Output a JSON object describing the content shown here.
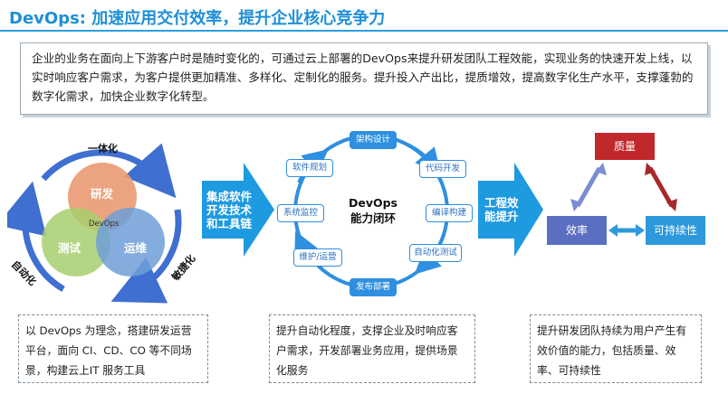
{
  "title": "DevOps: 加速应用交付效率，提升企业核心竞争力",
  "intro": "企业的业务在面向上下游客户时是随时变化的，可通过云上部署的DevOps来提升研发团队工程效能，实现业务的快速开发上线，以实时响应客户需求，为客户提供更加精准、多样化、定制化的服务。提升投入产出比，提质增效，提高数字化生产水平，支撑蓬勃的数字化需求，加快企业数字化转型。",
  "venn": {
    "top": "研发",
    "left": "测试",
    "right": "运维",
    "center": "DevOps",
    "arc_top": "一体化",
    "arc_left": "自动化",
    "arc_right": "敏捷化",
    "colors": {
      "top": "#ea9a72",
      "left": "#a7cf6e",
      "right": "#6f9fd8",
      "arc": "#3f6fd0"
    }
  },
  "arrow1": [
    "集成软件",
    "开发技术",
    "和工具链"
  ],
  "cycle": {
    "center": [
      "DevOps",
      "能力闭环"
    ],
    "stages": [
      "架构设计",
      "代码开发",
      "编译构建",
      "自动化测试",
      "发布部署",
      "维护/运营",
      "系统监控",
      "软件规划"
    ]
  },
  "arrow2": [
    "工程效",
    "能提升"
  ],
  "triangle": {
    "quality": "质量",
    "efficiency": "效率",
    "sustainability": "可持续性",
    "colors": {
      "quality": "#c0282b",
      "efficiency": "#5a6fc2",
      "sustainability": "#2d99dc"
    }
  },
  "notes": [
    "以 DevOps 为理念，搭建研发运营平台，面向 CI、CD、CO 等不同场景，构建云上IT 服务工具",
    "提升自动化程度，支撑企业及时响应客户需求，开发部署业务应用，提供场景化服务",
    "提升研发团队持续为用户产生有效价值的能力，包括质量、效率、可持续性"
  ]
}
